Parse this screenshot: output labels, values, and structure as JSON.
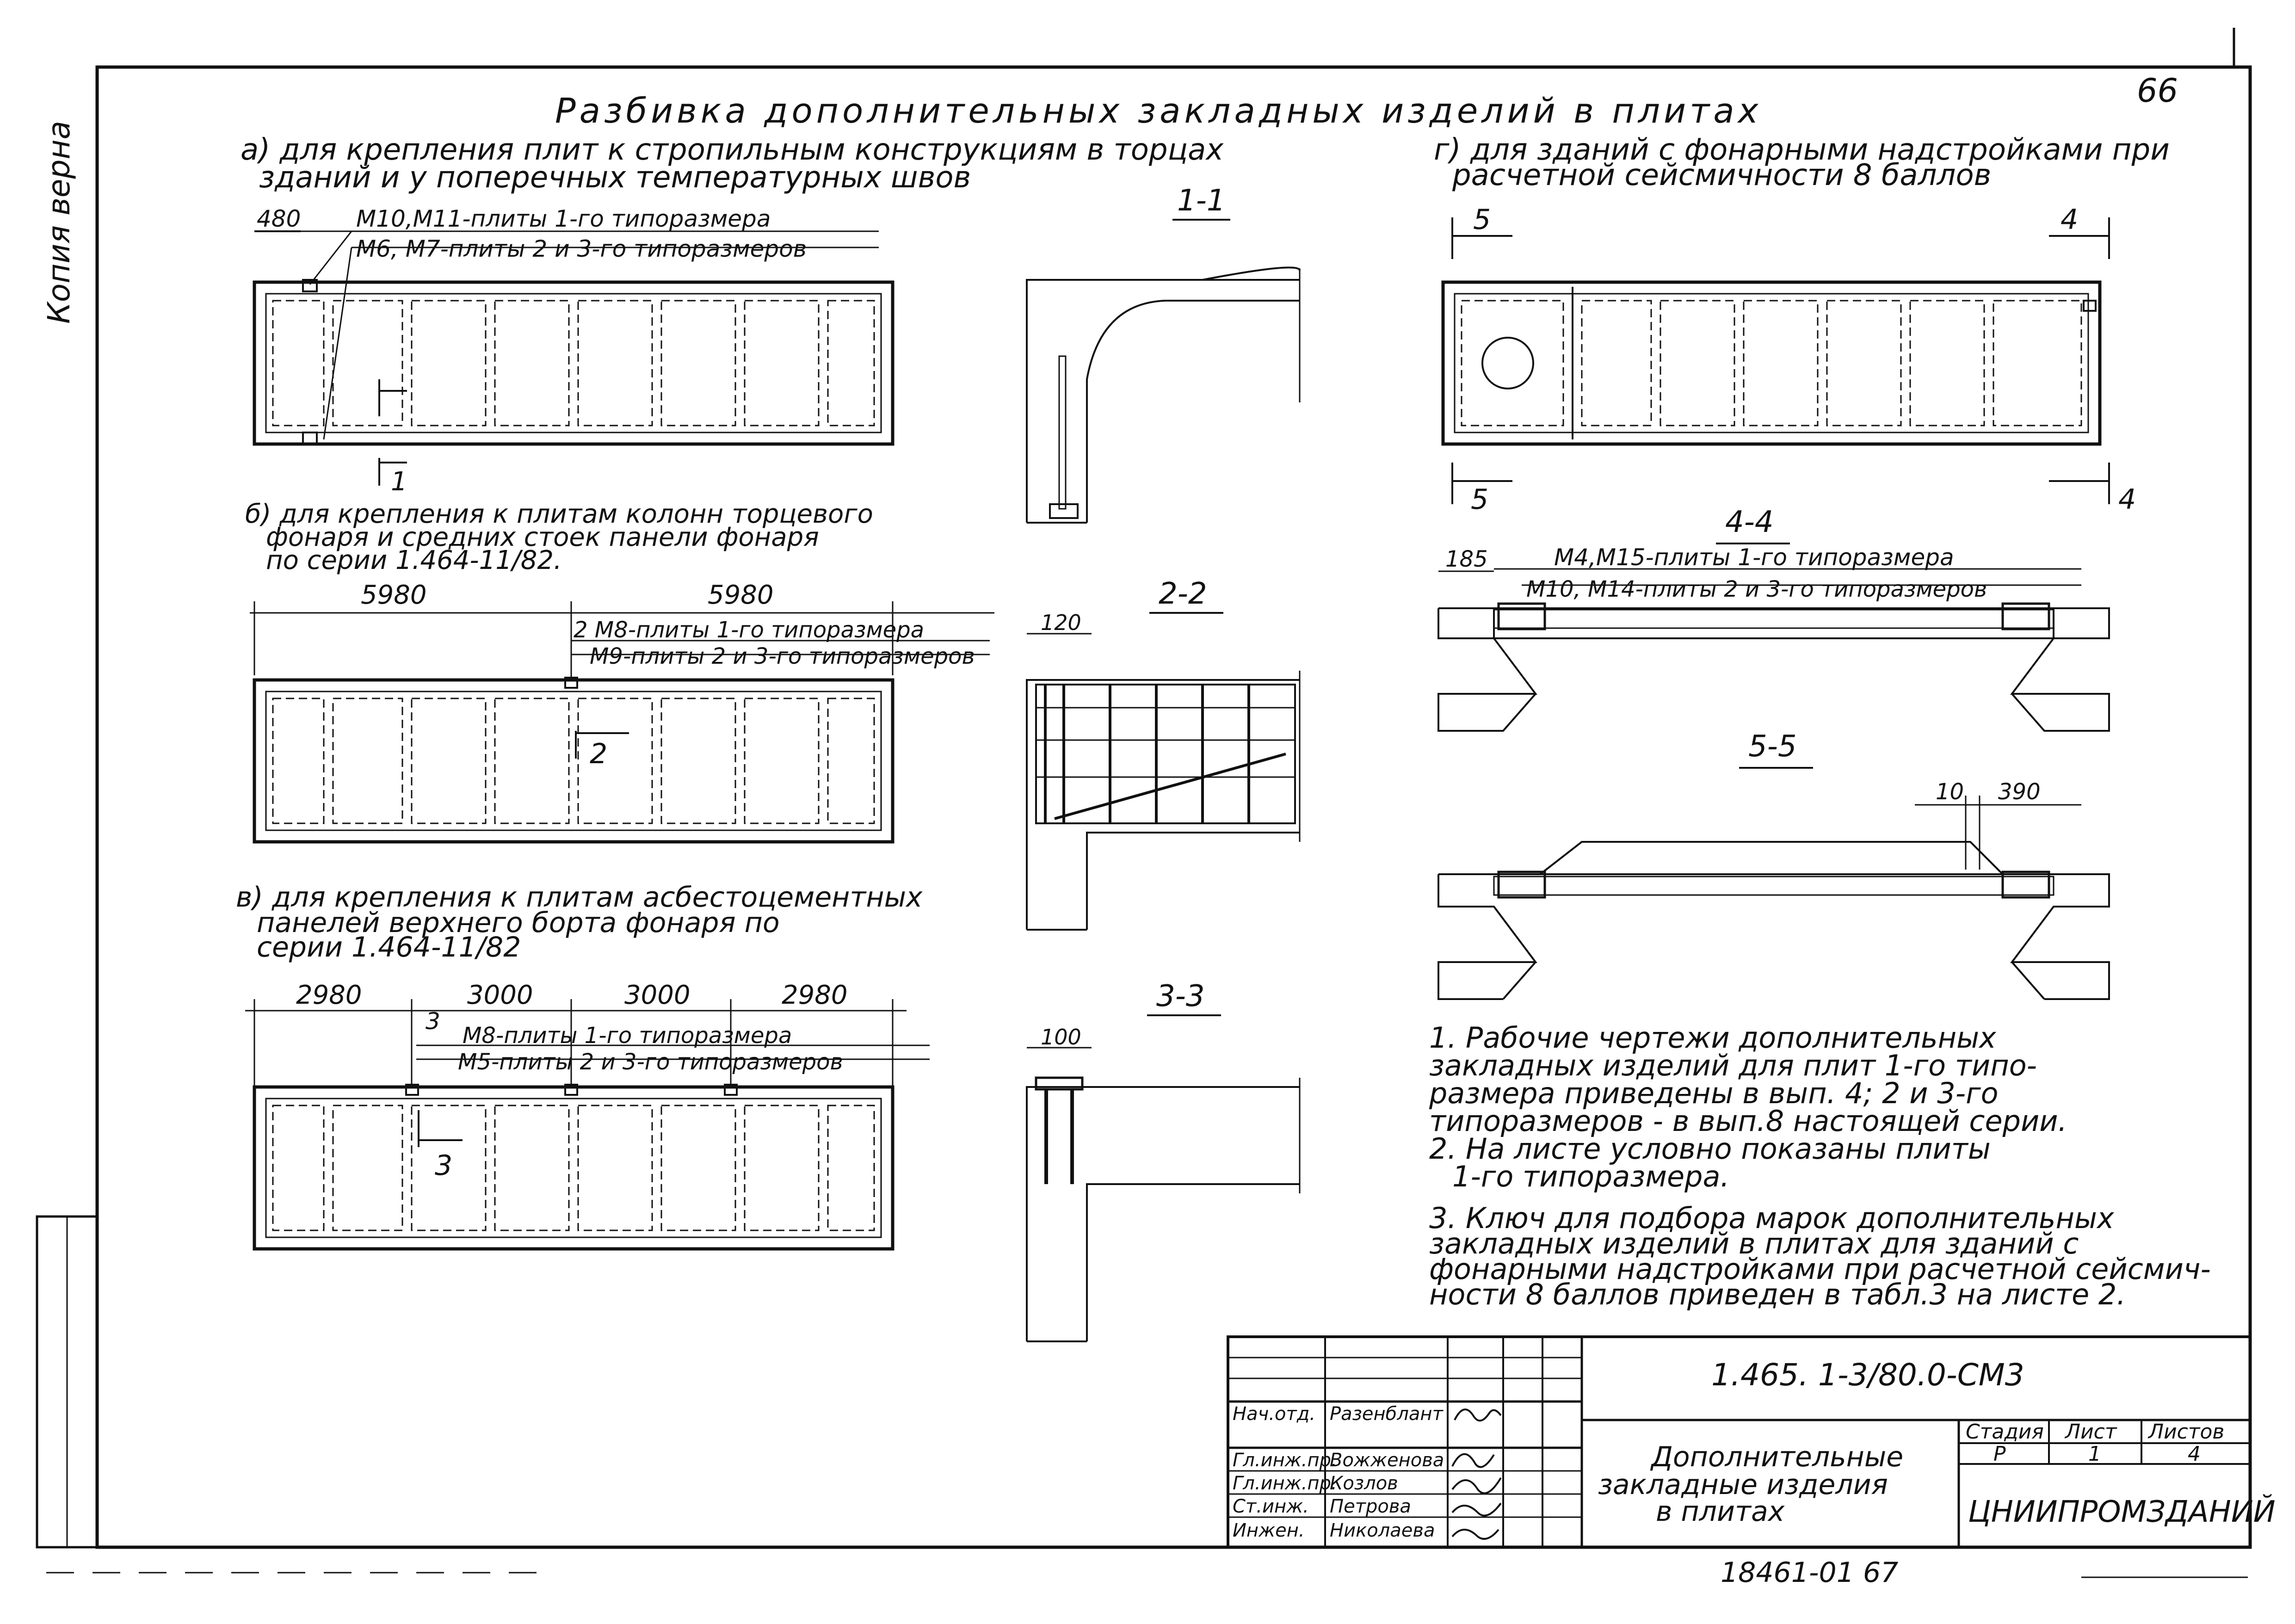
{
  "margin_left": "Копия верна",
  "sheet_number": "66",
  "title": "Разбивка дополнительных закладных изделий в плитах",
  "section_a": {
    "caption_1": "а) для крепления плит к стропильным конструкциям в торцах",
    "caption_2": "зданий и у поперечных температурных швов",
    "dim": "480",
    "callout_1": "М10,М11-плиты 1-го типоразмера",
    "callout_2": "М6, М7-плиты 2 и 3-го типоразмеров",
    "cut_mark": "1",
    "section_label": "1-1"
  },
  "section_b": {
    "caption_1": "б) для крепления к плитам колонн торцевого",
    "caption_2": "фонаря и средних стоек панели фонаря",
    "caption_3": "по серии 1.464-11/82.",
    "dim_left": "5980",
    "dim_right": "5980",
    "callout_1": "2 М8-плиты 1-го типоразмера",
    "callout_2": "М9-плиты 2 и 3-го типоразмеров",
    "cut_mark": "2",
    "section_label": "2-2",
    "section_dim": "120"
  },
  "section_c": {
    "caption_1": "в) для крепления к плитам асбестоцементных",
    "caption_2": "панелей верхнего борта фонаря по",
    "caption_3": "серии 1.464-11/82",
    "dims": [
      "2980",
      "3000",
      "3000",
      "2980"
    ],
    "callout_left": "3",
    "callout_1": "М8-плиты 1-го типоразмера",
    "callout_2": "М5-плиты 2 и 3-го типоразмеров",
    "cut_mark": "3",
    "section_label": "3-3",
    "section_dim": "100"
  },
  "section_d": {
    "caption_1": "г) для зданий с фонарными надстройками при",
    "caption_2": "расчетной сейсмичности 8 баллов",
    "cut_left": "5",
    "cut_right": "4",
    "section_44": "4-4",
    "dim_44": "185",
    "callout_1": "М4,М15-плиты 1-го типоразмера",
    "callout_2": "М10, М14-плиты 2 и 3-го типоразмеров",
    "section_55": "5-5",
    "dim_10": "10",
    "dim_390": "390"
  },
  "notes": [
    "1. Рабочие чертежи дополнительных",
    "закладных изделий для плит 1-го типо-",
    "размера приведены в вып. 4; 2 и 3-го",
    "типоразмеров - в вып.8 настоящей серии.",
    "2. На листе условно показаны плиты",
    "1-го типоразмера.",
    "3. Ключ для подбора марок дополнительных",
    "закладных изделий в плитах для зданий с",
    "фонарными надстройками при расчетной сейсмич-",
    "ности 8 баллов приведен в табл.3 на листе 2."
  ],
  "title_block": {
    "code": "1.465. 1-3/80.0-СМ3",
    "doc_title": [
      "Дополнительные",
      "закладные изделия",
      "в плитах"
    ],
    "stage_header": "Стадия",
    "sheet_header": "Лист",
    "sheets_header": "Листов",
    "stage": "Р",
    "sheet": "1",
    "sheets": "4",
    "org": "ЦНИИПРОМЗДАНИЙ",
    "roles": [
      "Нач.отд.",
      "Гл.инж.пр.",
      "Гл.инж.пр.",
      "Ст.инж.",
      "Инжен."
    ],
    "names": [
      "Разенблант",
      "Вожженова",
      "Козлов",
      "Петрова",
      "Николаева"
    ],
    "bottom_stamp": "18461-01 67"
  }
}
